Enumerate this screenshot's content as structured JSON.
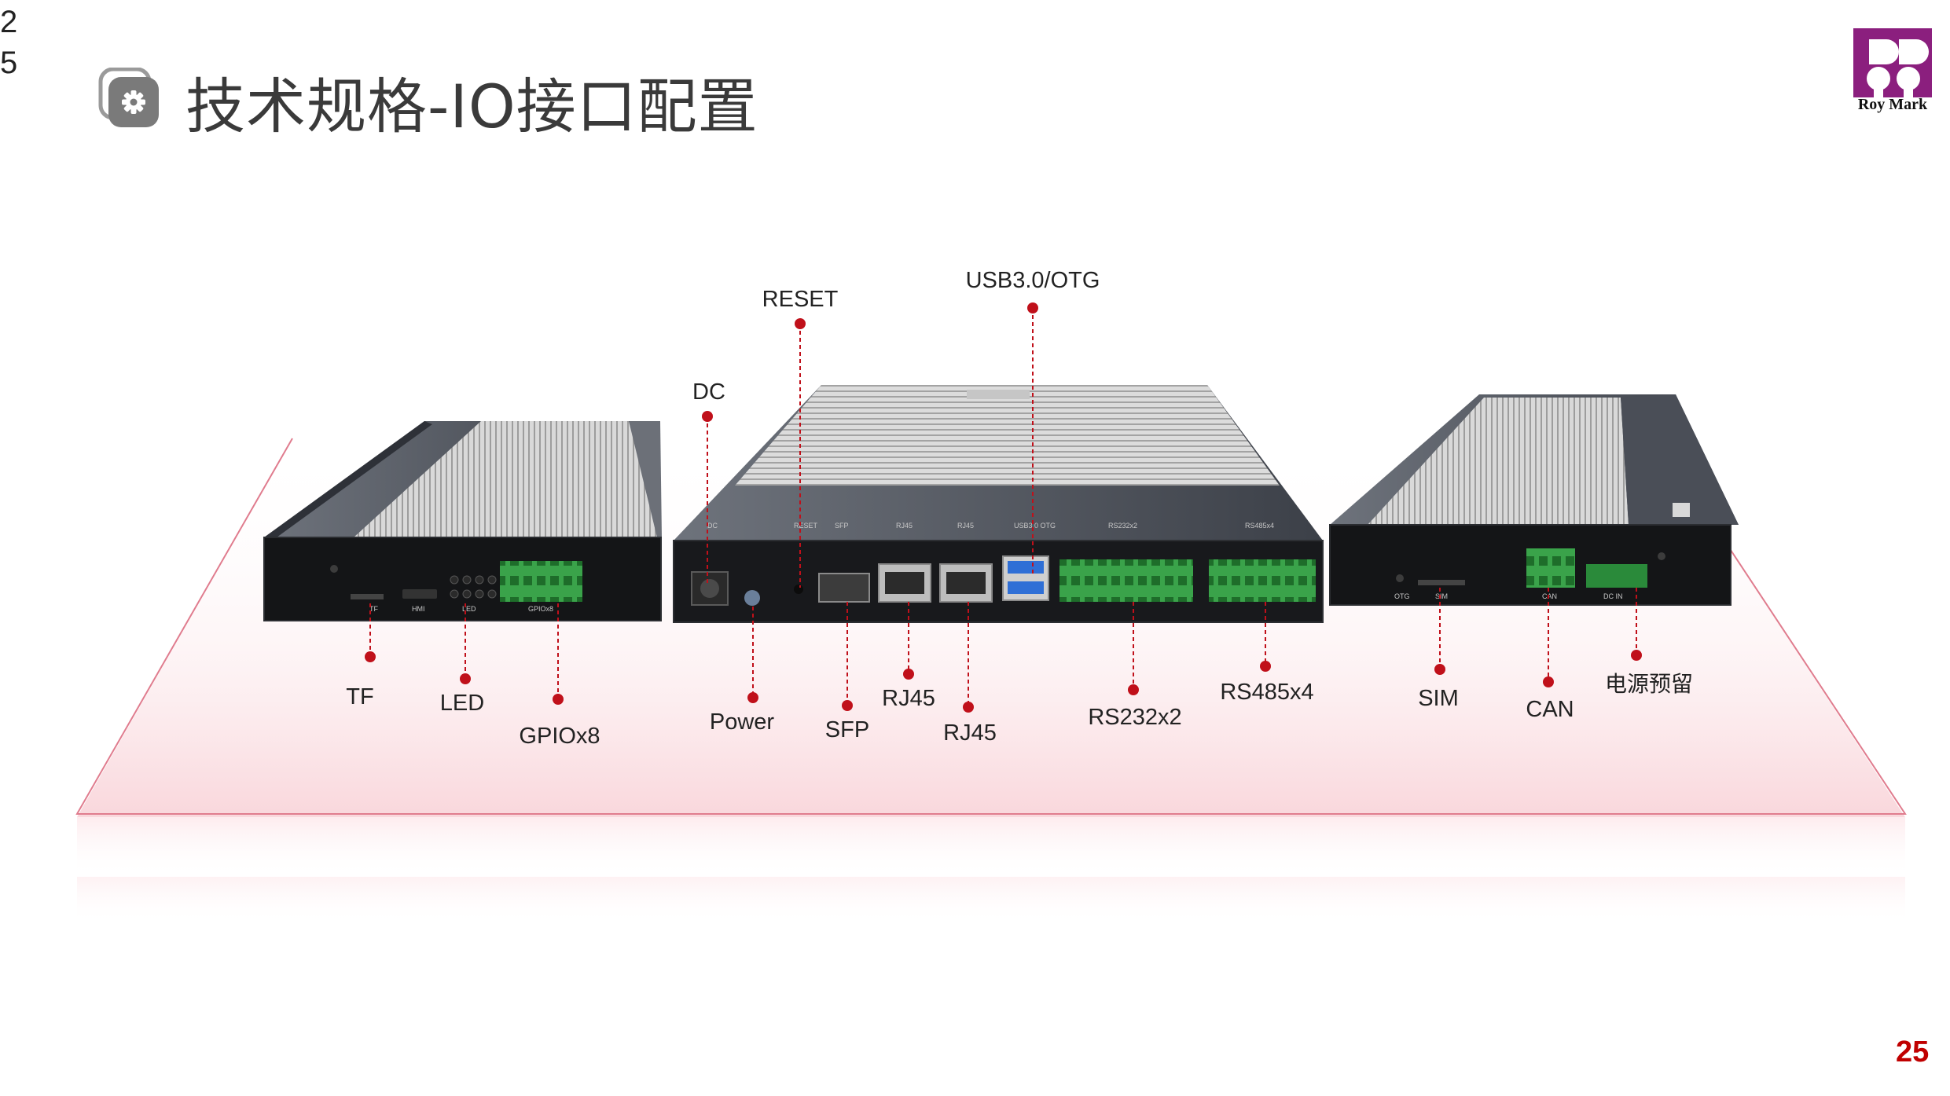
{
  "slide": {
    "corner_number": [
      "2",
      "5"
    ],
    "title": "技术规格-IO接口配置",
    "page_number": "25"
  },
  "logo": {
    "text": "Roy Mark",
    "color": "#8b1f7e",
    "icon": "roymark-logo-icon"
  },
  "title_icon": "gear-icon",
  "colors": {
    "accent": "#c00000",
    "leader": "#c0101a",
    "title_text": "#3a3a3a",
    "platform_edge": "#e07c8e"
  },
  "devices": [
    {
      "name": "left-device",
      "callouts": [
        "TF",
        "LED",
        "GPIOx8"
      ],
      "panel_labels": [
        "TF",
        "HMI",
        "LED",
        "GPIOx8"
      ]
    },
    {
      "name": "center-device",
      "callouts": [
        "DC",
        "RESET",
        "USB3.0/OTG",
        "Power",
        "SFP",
        "RJ45",
        "RJ45",
        "RS232x2",
        "RS485x4"
      ],
      "panel_labels": [
        "DC",
        "RESET",
        "SFP",
        "RJ45",
        "RJ45",
        "USB3.0 OTG",
        "RS232x2",
        "RS485x4"
      ]
    },
    {
      "name": "right-device",
      "callouts": [
        "SIM",
        "CAN",
        "电源预留"
      ],
      "panel_labels": [
        "OTG",
        "SIM",
        "CAN",
        "DC IN"
      ]
    }
  ]
}
